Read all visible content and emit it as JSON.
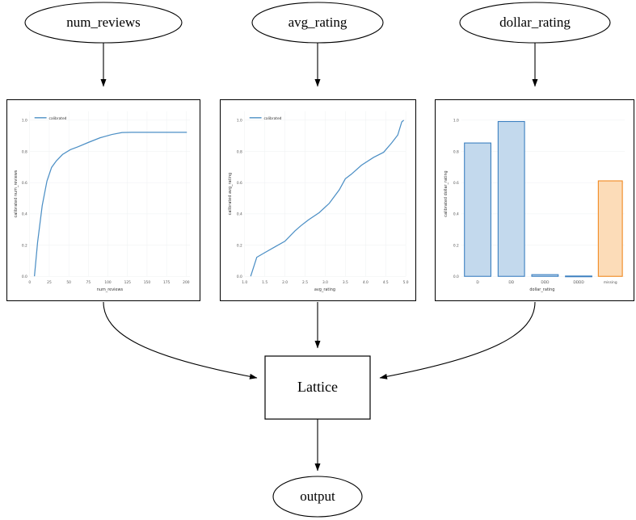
{
  "diagram": {
    "type": "graphviz-flow",
    "input_nodes": [
      {
        "id": "num_reviews",
        "label": "num_reviews"
      },
      {
        "id": "avg_rating",
        "label": "avg_rating"
      },
      {
        "id": "dollar_rating",
        "label": "dollar_rating"
      }
    ],
    "model_node": {
      "id": "lattice",
      "label": "Lattice"
    },
    "output_node": {
      "id": "output",
      "label": "output"
    },
    "edge_count": 7
  },
  "colors": {
    "line_blue": "#4c8fc5",
    "bar_blue_fill": "#c3d9ed",
    "bar_blue_edge": "#3b7fc0",
    "bar_orange_fill": "#fcdcb8",
    "bar_orange_edge": "#f0881f",
    "grid": "#eef0f2",
    "spine": "#cfd3d6",
    "node_stroke": "#000000",
    "panel_border": "#000000"
  },
  "chart_data": [
    {
      "type": "line",
      "id": "num_reviews_calibrator",
      "title": "",
      "xlabel": "num_reviews",
      "ylabel": "calibrated num_reviews",
      "xlim": [
        0,
        205
      ],
      "ylim": [
        -0.03,
        1.05
      ],
      "xticks": [
        "0",
        "25",
        "50",
        "75",
        "100",
        "125",
        "150",
        "175",
        "200"
      ],
      "xtick_values": [
        0,
        25,
        50,
        75,
        100,
        125,
        150,
        175,
        200
      ],
      "yticks": [
        "0.0",
        "0.2",
        "0.4",
        "0.6",
        "0.8",
        "1.0"
      ],
      "ytick_values": [
        0.0,
        0.2,
        0.4,
        0.6,
        0.8,
        1.0
      ],
      "grid": true,
      "legend": {
        "entries": [
          "calibrated"
        ],
        "position": "upper-left"
      },
      "series": [
        {
          "name": "calibrated",
          "x": [
            6,
            10,
            16,
            22,
            28,
            34,
            42,
            52,
            62,
            75,
            90,
            105,
            118,
            130,
            145,
            160,
            175,
            190,
            201
          ],
          "y": [
            0.0,
            0.235,
            0.49,
            0.66,
            0.755,
            0.8,
            0.845,
            0.878,
            0.9,
            0.93,
            0.962,
            0.985,
            0.998,
            1.0,
            1.0,
            1.0,
            1.0,
            1.0,
            1.0
          ]
        }
      ]
    },
    {
      "type": "line",
      "id": "avg_rating_calibrator",
      "title": "",
      "xlabel": "avg_rating",
      "ylabel": "calibrated avg_rating",
      "xlim": [
        1.0,
        5.05
      ],
      "ylim": [
        -0.03,
        1.05
      ],
      "xticks": [
        "1.0",
        "1.5",
        "2.0",
        "2.5",
        "3.0",
        "3.5",
        "4.0",
        "4.5",
        "5.0"
      ],
      "xtick_values": [
        1.0,
        1.5,
        2.0,
        2.5,
        3.0,
        3.5,
        4.0,
        4.5,
        5.0
      ],
      "yticks": [
        "0.0",
        "0.2",
        "0.4",
        "0.6",
        "0.8",
        "1.0"
      ],
      "ytick_values": [
        0.0,
        0.2,
        0.4,
        0.6,
        0.8,
        1.0
      ],
      "grid": true,
      "legend": {
        "entries": [
          "calibrated"
        ],
        "position": "upper-left"
      },
      "series": [
        {
          "name": "calibrated",
          "x": [
            1.15,
            1.3,
            1.5,
            1.75,
            2.0,
            2.25,
            2.4,
            2.6,
            2.85,
            3.1,
            3.35,
            3.5,
            3.65,
            3.9,
            4.2,
            4.45,
            4.65,
            4.8,
            4.9,
            4.95
          ],
          "y": [
            0.0,
            0.122,
            0.152,
            0.188,
            0.225,
            0.292,
            0.325,
            0.365,
            0.408,
            0.468,
            0.555,
            0.625,
            0.655,
            0.712,
            0.762,
            0.795,
            0.855,
            0.905,
            0.99,
            1.0
          ]
        }
      ]
    },
    {
      "type": "bar",
      "id": "dollar_rating_calibrator",
      "title": "",
      "xlabel": "dollar_rating",
      "ylabel": "calibrated dollar_rating",
      "ylim": [
        -0.01,
        1.05
      ],
      "categories": [
        "D",
        "DD",
        "DDD",
        "DDDD",
        "missing"
      ],
      "values": [
        0.837,
        0.993,
        0.012,
        0.002,
        0.693
      ],
      "bar_colors": [
        "blue",
        "blue",
        "blue",
        "blue",
        "orange"
      ],
      "yticks": [
        "0.0",
        "0.2",
        "0.4",
        "0.6",
        "0.8",
        "1.0"
      ],
      "ytick_values": [
        0.0,
        0.2,
        0.4,
        0.6,
        0.8,
        1.0
      ],
      "grid": true,
      "legend": null
    }
  ]
}
